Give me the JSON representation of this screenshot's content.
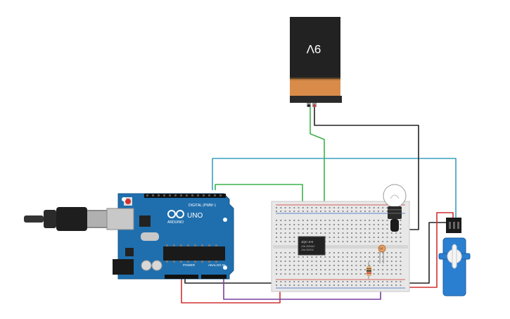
{
  "battery": {
    "label": "9V"
  },
  "arduino": {
    "brand": "ARDUINO",
    "model": "UNO",
    "digital_header": "DIGITAL (PWM~)",
    "power_header": "POWER",
    "analog_header": "ANALOG IN"
  },
  "relay": {
    "part_label": "JQC-3-6",
    "spec_line_1": "10A 250VAC",
    "spec_line_2": "10A 30VDC"
  },
  "colors": {
    "wire_blue": "#3aa0c0",
    "wire_green": "#3cb34a",
    "wire_red": "#d23030",
    "wire_black": "#222222",
    "wire_purple": "#7a3fa0",
    "wire_yellow": "#e8d020",
    "board_blue": "#1f6fae",
    "breadboard": "#e8e8e8",
    "servo_blue": "#2b7fd0",
    "battery_black": "#222222",
    "battery_copper": "#d98c4a"
  },
  "components": [
    "usb-cable",
    "arduino-uno",
    "breadboard",
    "relay",
    "battery-9v",
    "light-bulb",
    "photoresistor",
    "resistor",
    "servo-motor"
  ]
}
